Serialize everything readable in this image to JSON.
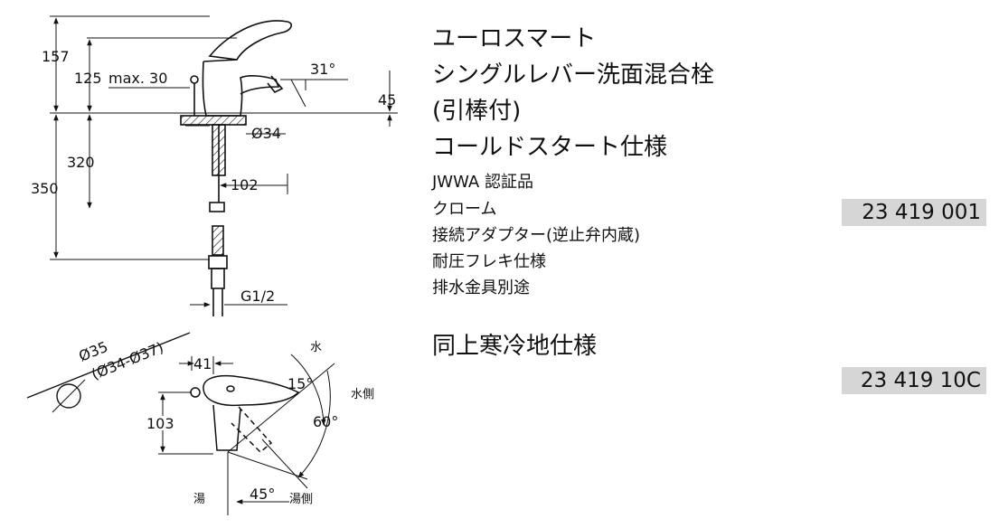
{
  "product": {
    "title_lines": [
      "ユーロスマート",
      "シングルレバー洗面混合栓",
      "(引棒付)",
      "コールドスタート仕様"
    ],
    "specs": [
      "JWWA 認証品",
      "クローム",
      "接続アダプター(逆止弁内蔵)",
      "耐圧フレキ仕様",
      "排水金具別途"
    ],
    "part_number": "23 419 001"
  },
  "variant": {
    "title": "同上寒冷地仕様",
    "part_number": "23 419 10C"
  },
  "drawing": {
    "dim_157": "157",
    "dim_125": "125",
    "dim_max30": "max. 30",
    "dim_31deg": "31°",
    "dim_45": "45",
    "dim_dia34": "Ø34",
    "dim_320": "320",
    "dim_350": "350",
    "dim_102": "102",
    "dim_g12": "G1/2",
    "dim_dia35": "Ø35",
    "dim_dia34_37": "(Ø34-Ø37)",
    "dim_41": "41",
    "dim_103": "103",
    "dim_15deg": "15°",
    "dim_60deg": "60°",
    "dim_45deg": "45°",
    "label_water": "水",
    "label_water_side": "水側",
    "label_hot": "湯",
    "label_hot_side": "湯側"
  }
}
